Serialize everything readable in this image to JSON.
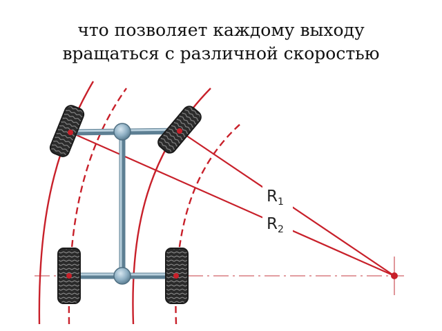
{
  "title": {
    "line1": "что позволяет каждому выходу",
    "line2": "вращаться с различной скоростью"
  },
  "labels": {
    "r1_letter": "R",
    "r1_sub": "1",
    "r2_letter": "R",
    "r2_sub": "2"
  },
  "colors": {
    "path_line": "#c8202a",
    "center_line": "#d97b80",
    "axle": "#8fb0c4",
    "axle_edge": "#5d7f93",
    "tire": "#2b2b2b",
    "tread": "#8a8a8a"
  }
}
